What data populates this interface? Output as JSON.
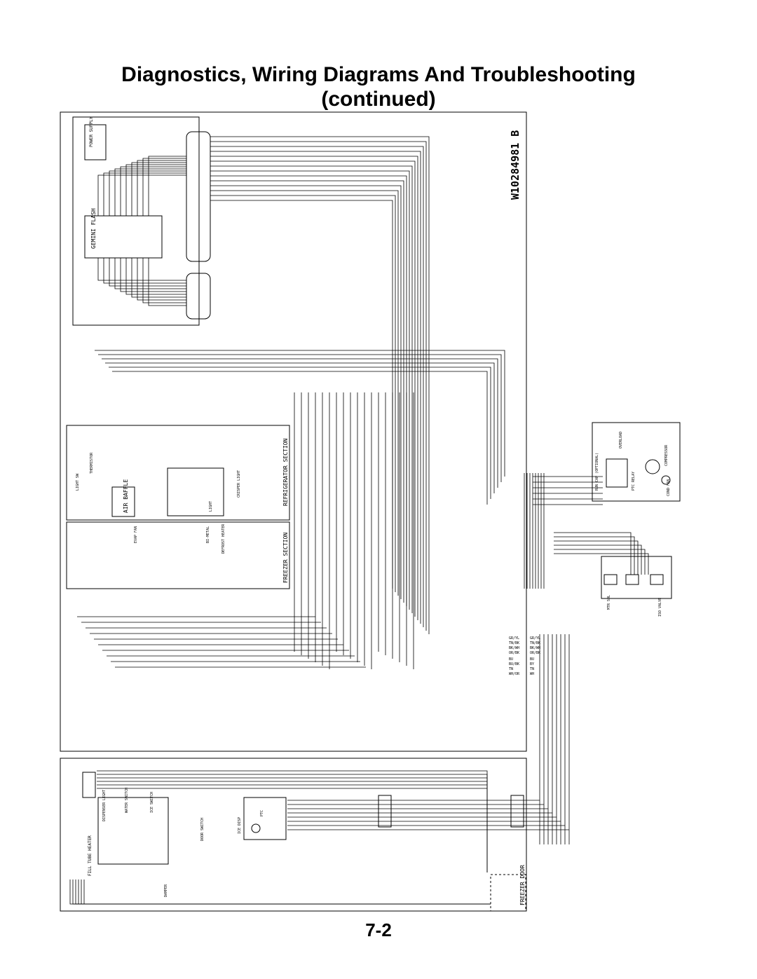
{
  "page": {
    "title_line1": "Diagnostics, Wiring Diagrams And Troubleshooting",
    "title_line2": "(continued)",
    "page_number": "7-2"
  },
  "diagram": {
    "part_number": "W10284981 B",
    "power_supply": "POWER SUPPLY",
    "control_board": "GEMINI FLASH",
    "section_refrigerator": "REFRIGERATOR SECTION",
    "section_freezer": "FREEZER SECTION",
    "freezer_door": "FREEZER DOOR",
    "air_baffle": "AIR BAFFLE",
    "thermistor": "THERMISTOR",
    "light_sw": "LIGHT SW",
    "crisper_light": "CRISPER LIGHT",
    "light": "LIGHT",
    "defrost_heater": "DEFROST HEATER",
    "bi_metal": "BI-METAL",
    "evap_fan": "EVAP FAN",
    "overload": "OVERLOAD",
    "compressor": "COMPRESSOR",
    "cond_fan": "COND FAN",
    "ptc_relay": "PTC RELAY",
    "run_cap": "RUN CAP (OPTIONAL)",
    "iso_valve": "ISO VALVE",
    "mtr_sol": "MTR SOL",
    "ice_disp": "ICE DISP",
    "ptc": "PTC",
    "fill_tube_heater": "FILL TUBE HEATER",
    "dispenser_light": "DISPENSER LIGHT",
    "water_switch": "WATER SWITCH",
    "ice_switch": "ICE SWITCH",
    "door_switch": "DOOR SWITCH",
    "damper": "DAMPER",
    "wire_colors_left": [
      "GR/YL",
      "TN/BK",
      "BK/WH",
      "OR/BK",
      "BU",
      "BU/BK",
      "TN",
      "WH/OR"
    ],
    "wire_colors_right": [
      "GR/YL",
      "TN/BK",
      "BK/WH",
      "OR/BK",
      "BU",
      "BY",
      "TN",
      "WH"
    ],
    "line_color": "#000000",
    "accent_color": "#2a6f6f"
  }
}
